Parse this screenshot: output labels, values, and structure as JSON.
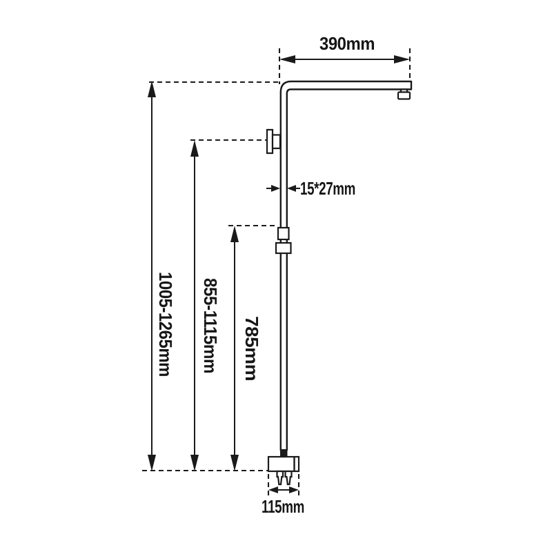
{
  "page": {
    "background": "#ffffff",
    "ink_color": "#1a1a1a",
    "description": "Technical dimension drawing of a wall-mounted shower rail column"
  },
  "dimensions": {
    "arm_length": "390mm",
    "overall_height_range": "1005-1265mm",
    "bracket_height_range": "855-1115mm",
    "rail_length": "785mm",
    "rail_profile": "15*27mm",
    "base_width": "115mm"
  }
}
